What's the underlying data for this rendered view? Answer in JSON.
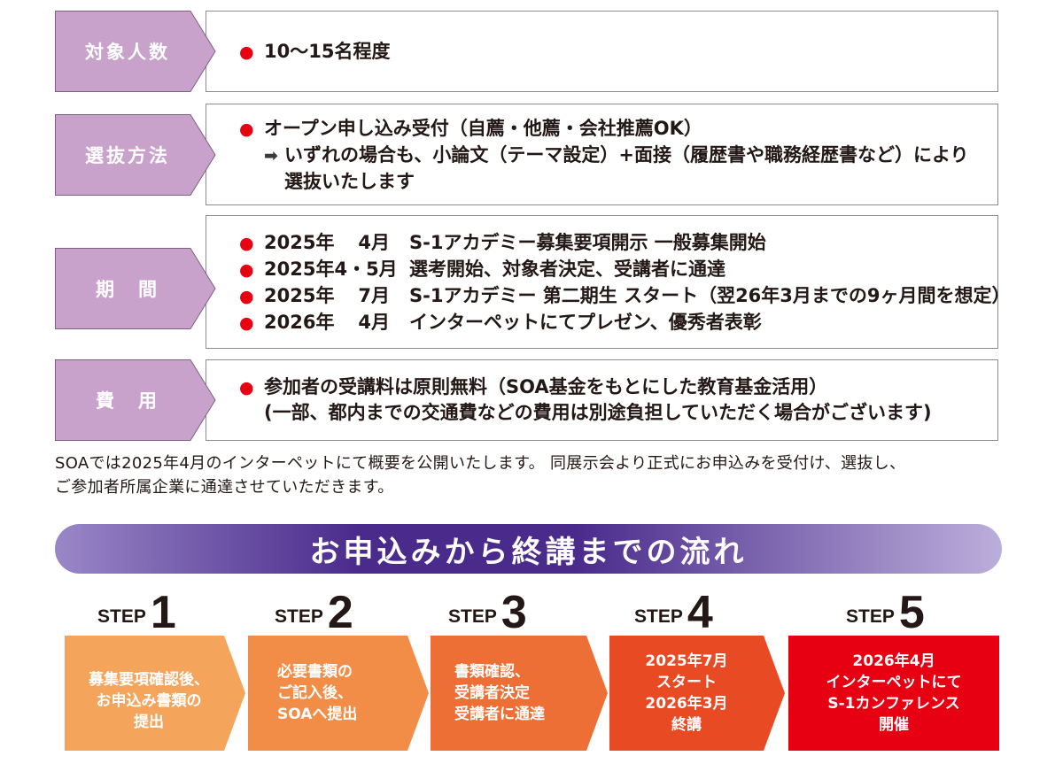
{
  "rows": [
    {
      "label": "対象人数",
      "lines": [
        {
          "bullet": "●",
          "text": "10〜15名程度"
        }
      ]
    },
    {
      "label": "選抜方法",
      "lines": [
        {
          "bullet": "●",
          "text": "オープン申し込み受付（自薦・他薦・会社推薦OK）"
        },
        {
          "prefix": "➡",
          "text": "いずれの場合も、小論文（テーマ設定）+面接（履歴書や職務経歴書など）により"
        },
        {
          "text": "選抜いたします"
        }
      ]
    },
    {
      "label": "期　間",
      "schedule": [
        {
          "bullet": "●",
          "year": "2025年",
          "month": "4月",
          "text": "S-1アカデミー募集要項開示 一般募集開始"
        },
        {
          "bullet": "●",
          "year": "2025年",
          "month": "4・5月",
          "text": "選考開始、対象者決定、受講者に通達"
        },
        {
          "bullet": "●",
          "year": "2025年",
          "month": "7月",
          "text": "S-1アカデミー 第二期生 スタート（翌26年3月までの9ヶ月間を想定）"
        },
        {
          "bullet": "●",
          "year": "2026年",
          "month": "4月",
          "text": "インターペットにてプレゼン、優秀者表彰"
        }
      ]
    },
    {
      "label": "費　用",
      "lines": [
        {
          "bullet": "●",
          "text": "参加者の受講料は原則無料（SOA基金をもとにした教育基金活用）"
        },
        {
          "text": "(一部、都内までの交通費などの費用は別途負担していただく場合がございます)"
        }
      ]
    }
  ],
  "note": [
    "SOAでは2025年4月のインターペットにて概要を公開いたします。 同展示会より正式にお申込みを受付け、選抜し、",
    "ご参加者所属企業に通達させていただきます。"
  ],
  "flow": {
    "title": "お申込みから終講までの流れ",
    "steps": [
      {
        "label": "STEP",
        "number": "1",
        "color": "#f5a55b",
        "lines": [
          "募集要項確認後、",
          "お申込み書類の",
          "提出"
        ]
      },
      {
        "label": "STEP",
        "number": "2",
        "color": "#f28d48",
        "lines": [
          "必要書類の",
          "ご記入後、",
          "SOAへ提出"
        ]
      },
      {
        "label": "STEP",
        "number": "3",
        "color": "#ee6f35",
        "lines": [
          "書類確認、",
          "受講者決定",
          "受講者に通達"
        ]
      },
      {
        "label": "STEP",
        "number": "4",
        "color": "#e84a24",
        "lines": [
          "2025年7月",
          "スタート",
          "2026年3月",
          "終講"
        ]
      },
      {
        "label": "STEP",
        "number": "5",
        "color": "#e60012",
        "lines": [
          "2026年4月",
          "インターペットにて",
          "S-1カンファレンス",
          "開催"
        ]
      }
    ]
  },
  "colors": {
    "label_fill": "#c9a2cc",
    "label_border": "#7f5f84",
    "bullet": "#e60012",
    "box_border": "#8c8c8c",
    "banner_gradient": [
      "#9a87c7",
      "#4a2b8c",
      "#bcaedb"
    ]
  }
}
